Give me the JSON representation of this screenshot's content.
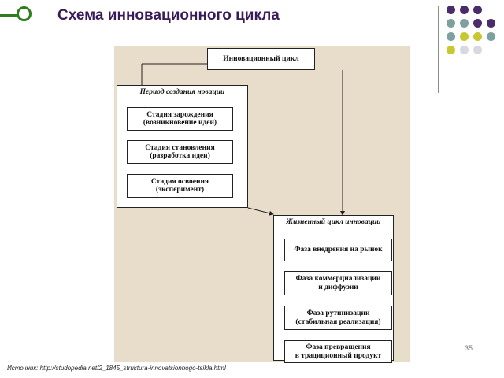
{
  "header": {
    "title": "Схема инновационного цикла"
  },
  "decor": {
    "dot_colors": [
      "#4b2c6b",
      "#7fa0a0",
      "#c8c832",
      "#d8d8e0"
    ]
  },
  "diagram": {
    "top_box": "Инновационный цикл",
    "creation_group": {
      "title": "Период создания новации",
      "stages": [
        {
          "line1": "Стадия зарождения",
          "line2": "(возникновение идеи)"
        },
        {
          "line1": "Стадия становления",
          "line2": "(разработка идеи)"
        },
        {
          "line1": "Стадия освоения",
          "line2": "(эксперимент)"
        }
      ]
    },
    "life_group": {
      "title": "Жизненный цикл инновации",
      "phases": [
        {
          "line1": "Фаза внедрения на рынок",
          "line2": ""
        },
        {
          "line1": "Фаза коммерциализации",
          "line2": "и диффузии"
        },
        {
          "line1": "Фаза рутинизации",
          "line2": "(стабильная реализация)"
        },
        {
          "line1": "Фаза превращения",
          "line2": "в традиционный продукт"
        }
      ]
    }
  },
  "footer": {
    "source": "Источник: http://studopedia.net/2_1845_struktura-innovatsionnogo-tsikla.html",
    "page_number": "35"
  }
}
